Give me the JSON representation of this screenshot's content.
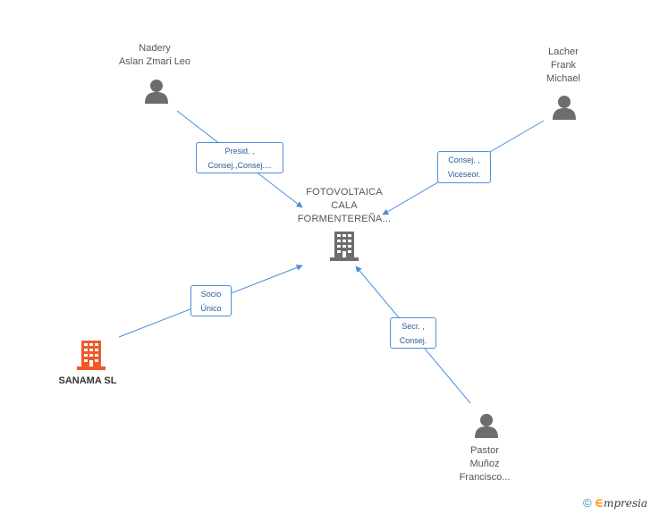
{
  "center": {
    "label_lines": [
      "FOTOVOLTAICA",
      "CALA",
      "FORMENTEREÑA..."
    ],
    "icon": "building-icon"
  },
  "people": [
    {
      "id": "nadery",
      "name_lines": [
        "Nadery",
        "Aslan Zmari Leo"
      ],
      "icon": "person-icon"
    },
    {
      "id": "lacher",
      "name_lines": [
        "Lacher",
        "Frank",
        "Michael"
      ],
      "icon": "person-icon"
    },
    {
      "id": "pastor",
      "name_lines": [
        "Pastor",
        "Muñoz",
        "Francisco..."
      ],
      "icon": "person-icon"
    }
  ],
  "companies": [
    {
      "id": "sanama",
      "name": "SANAMA SL",
      "icon": "building-icon",
      "color": "#f0592a"
    }
  ],
  "edges": [
    {
      "from": "nadery",
      "role_lines": [
        "Presid. ,",
        "Consej.,Consej...."
      ]
    },
    {
      "from": "lacher",
      "role_lines": [
        "Consej. ,",
        "Viceseor."
      ]
    },
    {
      "from": "sanama",
      "role_lines": [
        "Socio",
        "Único"
      ]
    },
    {
      "from": "pastor",
      "role_lines": [
        "Secr. ,",
        "Consej."
      ]
    }
  ],
  "colors": {
    "edge": "#4a8fd8",
    "person_icon": "#6d6d6d",
    "center_icon": "#6d6d6d",
    "company_icon": "#f0592a"
  },
  "footer": {
    "copyright_symbol": "©",
    "brand_initial": "∈",
    "brand_rest": "mpresia"
  }
}
